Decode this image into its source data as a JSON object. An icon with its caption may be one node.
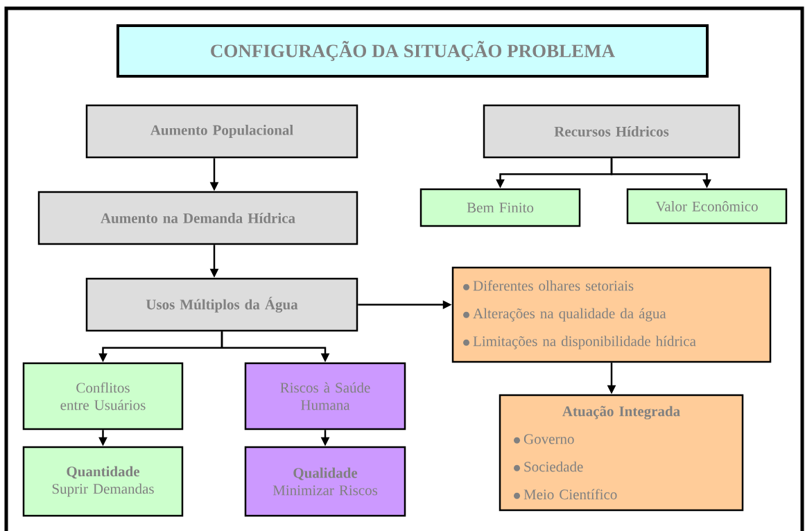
{
  "diagram": {
    "title": "CONFIGURAÇÃO DA SITUAÇÃO PROBLEMA",
    "nodes": [
      {
        "text": [
          "Aumento Populacional"
        ]
      },
      {
        "text": [
          "Recursos Hídricos"
        ]
      },
      {
        "text": [
          "Aumento na Demanda Hídrica"
        ]
      },
      {
        "text": [
          "Bem Finito"
        ]
      },
      {
        "text": [
          "Valor Econômico"
        ]
      },
      {
        "text": [
          "Usos Múltiplos da Água"
        ]
      },
      {
        "text": [
          "Diferentes olhares setoriais",
          "Alterações na qualidade da água",
          "Limitações na disponibilidade hídrica"
        ]
      },
      {
        "text": [
          "Conflitos entre Usuários"
        ]
      },
      {
        "text": [
          "Riscos à Saúde Humana"
        ]
      },
      {
        "text": [
          "Atuação Integrada",
          "Governo",
          "Sociedade",
          "Meio Científico"
        ]
      },
      {
        "text": [
          "Quantidade",
          "Suprir Demandas"
        ]
      },
      {
        "text": [
          "Qualidade",
          "Minimizar Riscos"
        ]
      }
    ],
    "edges": [
      {
        "from": 0,
        "to": 2,
        "arrow": "to"
      },
      {
        "from": 1,
        "to": 3,
        "arrow": "to"
      },
      {
        "from": 1,
        "to": 4,
        "arrow": "to"
      },
      {
        "from": 2,
        "to": 5,
        "arrow": "to"
      },
      {
        "from": 5,
        "to": 6,
        "arrow": "to"
      },
      {
        "from": 5,
        "to": 7,
        "arrow": "to"
      },
      {
        "from": 5,
        "to": 8,
        "arrow": "to"
      },
      {
        "from": 6,
        "to": 9,
        "arrow": "to"
      },
      {
        "from": 7,
        "to": 10,
        "arrow": "to"
      },
      {
        "from": 8,
        "to": 11,
        "arrow": "to"
      }
    ]
  }
}
